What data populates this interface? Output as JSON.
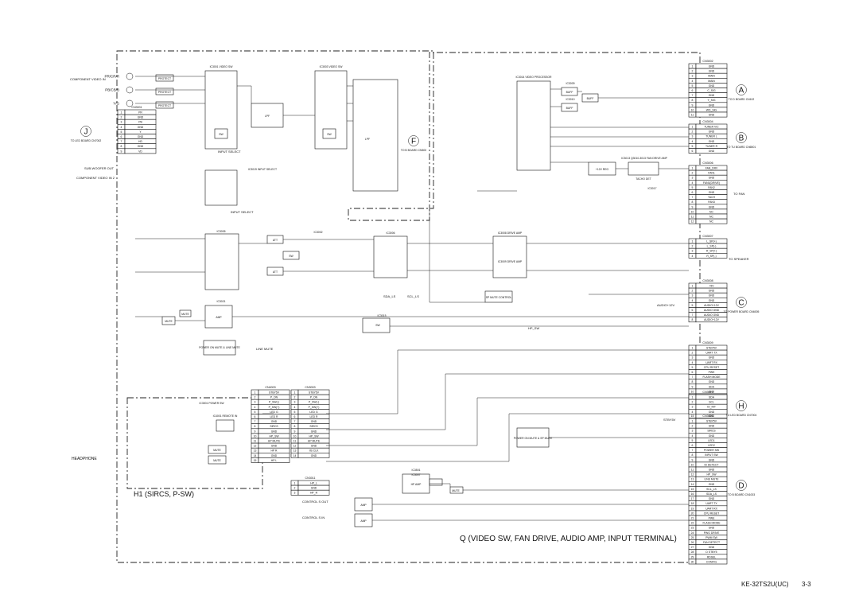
{
  "board_title": "Q (VIDEO SW, FAN DRIVE, AUDIO AMP, INPUT TERMINAL)",
  "sub_board_title": "H1 (SIRCS, P-SW)",
  "footer": {
    "model": "KE-32TS2U(UC)",
    "page": "3-3"
  },
  "circle_markers": [
    {
      "letter": "A",
      "to": "TO D BOARD CN102"
    },
    {
      "letter": "B",
      "to": "TO TU BOARD CN6501"
    },
    {
      "letter": "C",
      "to": "TO POWER BOARD CN6005"
    },
    {
      "letter": "D",
      "to": "TO B BOARD CN1003"
    },
    {
      "letter": "F",
      "to": "TO B BOARD CN500"
    },
    {
      "letter": "H",
      "to": "TO LED BOARD CN7004"
    },
    {
      "letter": "J",
      "to": "TO LED BOARD CN7002"
    }
  ],
  "fan_label": "TO FAN",
  "speaker_label": "TO SPEAKER",
  "left_inputs": [
    "PR/CR/R",
    "PB/CB/B",
    "Y/G"
  ],
  "ic_labels": [
    "IC3001 VIDEO SW",
    "IC3003 VIDEO SW",
    "IC3014 VIDEO PROCESSOR",
    "IC3005",
    "IC3006",
    "IC3002",
    "IC3009",
    "IC3010",
    "IC3015",
    "IC3017",
    "IC3021",
    "IC3501",
    "IC3019 INPUT SELECT",
    "IC3001 POWER SW",
    "IC4001 REMOTE IN",
    "IC3013 Q3010-3013 FAN DRIVE AMP",
    "IC3007",
    "IC3008 DRIVE AMP",
    "IC3009 DRIVE AMP"
  ],
  "block_labels": [
    "PROTECT",
    "PROTECT",
    "PROTECT",
    "LPF",
    "LPF",
    "SW",
    "SW",
    "BUFF",
    "BUFF",
    "BUFF",
    "ATT",
    "ATT",
    "MUTE",
    "MUTE",
    "AMP",
    "AMP",
    "AMP",
    "MUTE",
    "MUTE",
    "MUTE",
    "SW",
    "SW",
    "HP AMP",
    "POWER ON MUTE & SP MUTE",
    "POWER ON MUTE & LINE MUTE",
    "SP MUTE CONTROL",
    "+12V REG",
    "TACHO DET"
  ],
  "labels": {
    "input_select": "INPUT SELECT",
    "component_video_in": "COMPONENT VIDEO IN",
    "component_video_in2": "COMPONENT VIDEO IN 2",
    "sub_woofer_out": "SUB-WOOFER OUT",
    "headphone": "HEADPHONE",
    "control_s_out": "CONTROL S OUT",
    "control_s_in": "CONTROL S IN",
    "audio_12v": "AUDIO+12V",
    "sda_ls": "SDA_LS",
    "scl_ls": "SCL_LS",
    "hp_sw": "HP_SW",
    "standby": "STBY5V",
    "line_mute": "LINE MUTE"
  },
  "connectors": {
    "CN3001": [
      "PR",
      "GND",
      "PB",
      "GND",
      "Y",
      "GND",
      "HD",
      "GND",
      "VD"
    ],
    "CN3002": [
      "GND",
      "GND",
      "MAIN",
      "MAIN",
      "GND",
      "C_SIG",
      "GND",
      "Y_SIG",
      "GND",
      "WD_SIG",
      "GND"
    ],
    "CN3004": [
      "TUNER V/C",
      "GND",
      "TUNER L",
      "GND",
      "TUNER R",
      "GND"
    ],
    "CN3006": [
      "FAN_DRV",
      "FAN1",
      "GND",
      "FAN1(DRIVE)",
      "FAN2",
      "GND",
      "TACH",
      "FAN3",
      "GND",
      "NC",
      "NC",
      "NC"
    ],
    "CN3007": [
      "L_SP(+)",
      "L_SP(-)",
      "R_SP(+)",
      "R_SP(-)"
    ],
    "CN3008": [
      "+5V",
      "GND",
      "GND",
      "GND",
      "AUDIO+12V",
      "AUDIO GND",
      "AUDIO GND",
      "AUDIO+12V"
    ],
    "CN3009": [
      "STBY5V",
      "UART TX",
      "GND",
      "UART RX",
      "CPU RESET",
      "PWE",
      "FLASH MODE",
      "GND",
      "SDA",
      "GND",
      "SCL",
      "IO_INT",
      "GND",
      "IIS CLK",
      "GND"
    ],
    "CN3010": [
      "SDA",
      "SCL",
      "IO_INT",
      "GND"
    ],
    "CN3005": [
      "STBY5V",
      "GND",
      "SIRCS",
      "GND",
      "LED1",
      "LED2",
      "POWER SW",
      "INPUT SW",
      "GND",
      "ID DETECT",
      "GND",
      "HP_SW",
      "LINE MUTE",
      "GND",
      "SCL_LS",
      "SDA_LS",
      "GND",
      "UART TX",
      "UART RX",
      "CPU RESET",
      "PWE",
      "FLASH MODE",
      "GND",
      "PWG DRIVE",
      "PWM SW",
      "FAN DETECT",
      "GND",
      "D STBY5",
      "RDSEL",
      "CONFIG"
    ],
    "CN4003": [
      "STBY5V",
      "P_ON",
      "P_SW(-)",
      "P_SW(+)",
      "LED G",
      "LED R",
      "GND",
      "SIRCS",
      "GND",
      "HP_SW",
      "HP MUTE",
      "GND",
      "HP R",
      "GND",
      "HP L"
    ],
    "CN3003": [
      "STBY5V",
      "P_ON",
      "P_SW(-)",
      "P_SW(+)",
      "LED G",
      "LED R",
      "GND",
      "SIRCS",
      "GND",
      "HP_SW",
      "HP MUTE",
      "GND",
      "IIS CLK",
      "GND"
    ],
    "CN3011": [
      "HP_L",
      "GND",
      "HP_R"
    ]
  }
}
